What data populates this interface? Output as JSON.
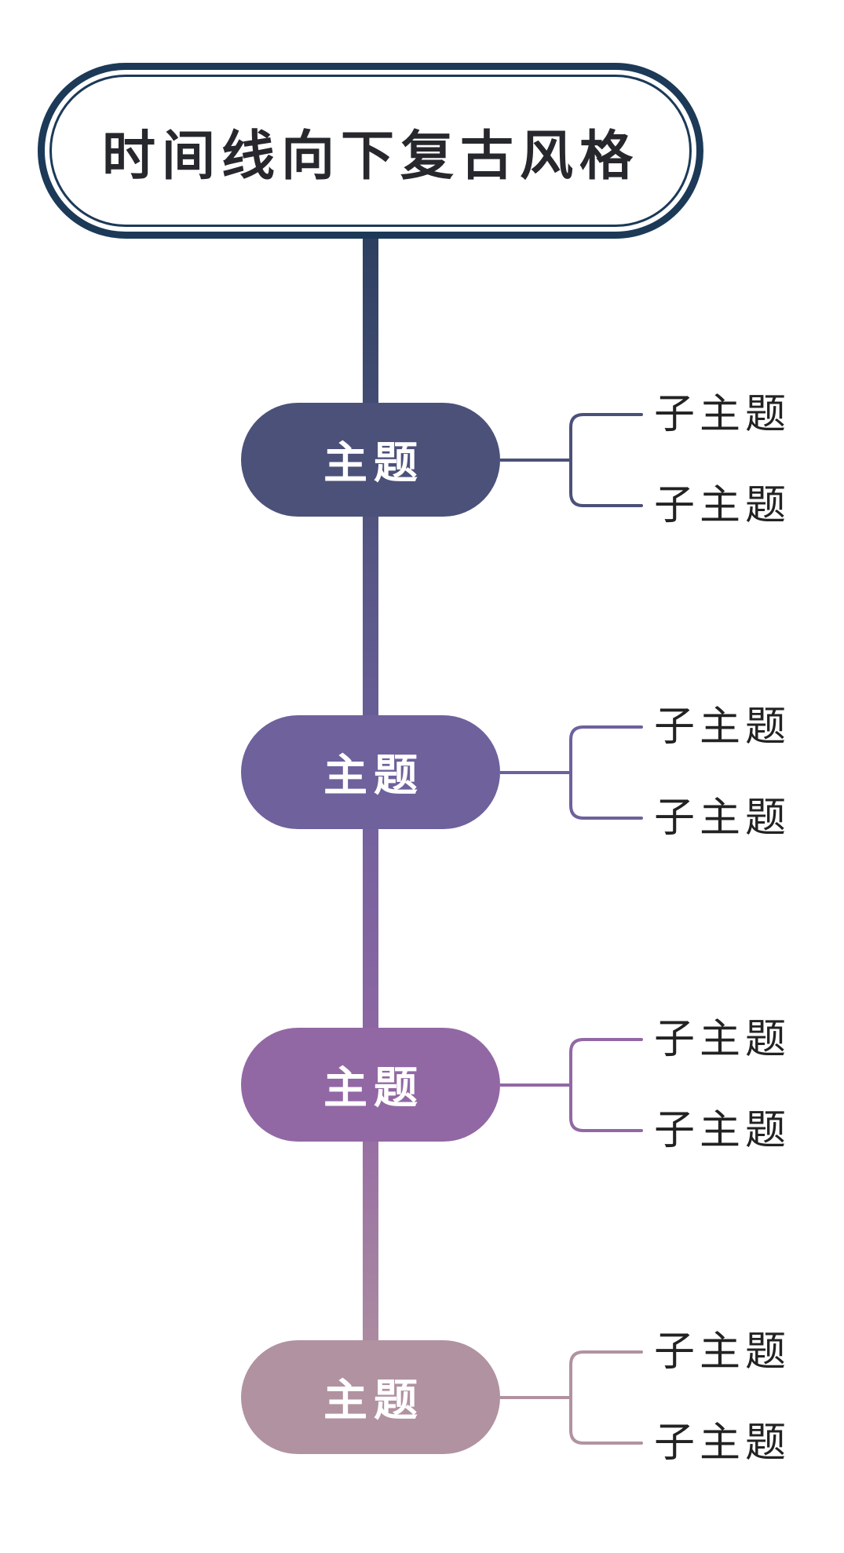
{
  "canvas": {
    "background": "#ffffff"
  },
  "title": {
    "text": "时间线向下复古风格",
    "text_color": "#26282D",
    "outline_color": "#1C3A57",
    "fill": "#ffffff"
  },
  "trunk": {
    "stops": [
      "#2C3F61",
      "#4B5179",
      "#6E619C",
      "#9268A4",
      "#B192A0"
    ]
  },
  "timeline": {
    "subtopic_label_color": "#222222",
    "topics": [
      {
        "label": "主题",
        "color": "#4B5179",
        "label_color": "#ffffff",
        "subtopics": [
          {
            "label": "子主题"
          },
          {
            "label": "子主题"
          }
        ]
      },
      {
        "label": "主题",
        "color": "#6E619C",
        "label_color": "#ffffff",
        "subtopics": [
          {
            "label": "子主题"
          },
          {
            "label": "子主题"
          }
        ]
      },
      {
        "label": "主题",
        "color": "#9268A4",
        "label_color": "#ffffff",
        "subtopics": [
          {
            "label": "子主题"
          },
          {
            "label": "子主题"
          }
        ]
      },
      {
        "label": "主题",
        "color": "#B192A0",
        "label_color": "#ffffff",
        "subtopics": [
          {
            "label": "子主题"
          },
          {
            "label": "子主题"
          }
        ]
      }
    ]
  }
}
